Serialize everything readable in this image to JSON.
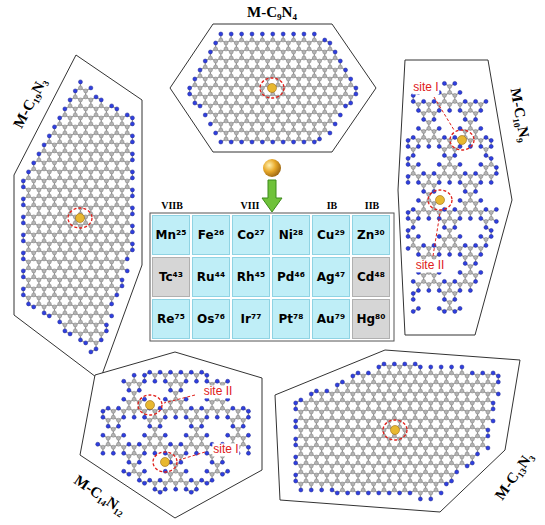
{
  "diagram": {
    "nodes": [
      {
        "text": [
          "M-C₉N₄"
        ]
      },
      {
        "text": [
          "M-C₁₉N₃"
        ]
      },
      {
        "text": [
          "M-C₁₀N₉",
          "site I",
          "site II"
        ]
      },
      {
        "text": [
          "M-C₁₄N₁₂",
          "site II",
          "site I"
        ]
      },
      {
        "text": [
          "M-C₁₃N₃"
        ]
      }
    ],
    "labels": [
      "VIIB",
      "VIII",
      "IB",
      "IIB",
      "Mn²⁵",
      "Fe²⁶",
      "Co²⁷",
      "Ni²⁸",
      "Cu²⁹",
      "Zn³⁰",
      "Tc⁴³",
      "Ru⁴⁴",
      "Rh⁴⁵",
      "Pd⁴⁶",
      "Ag⁴⁷",
      "Cd⁴⁸",
      "Re⁷⁵",
      "Os⁷⁶",
      "Ir⁷⁷",
      "Pt⁷⁸",
      "Au⁷⁹",
      "Hg⁸⁰"
    ]
  }
}
